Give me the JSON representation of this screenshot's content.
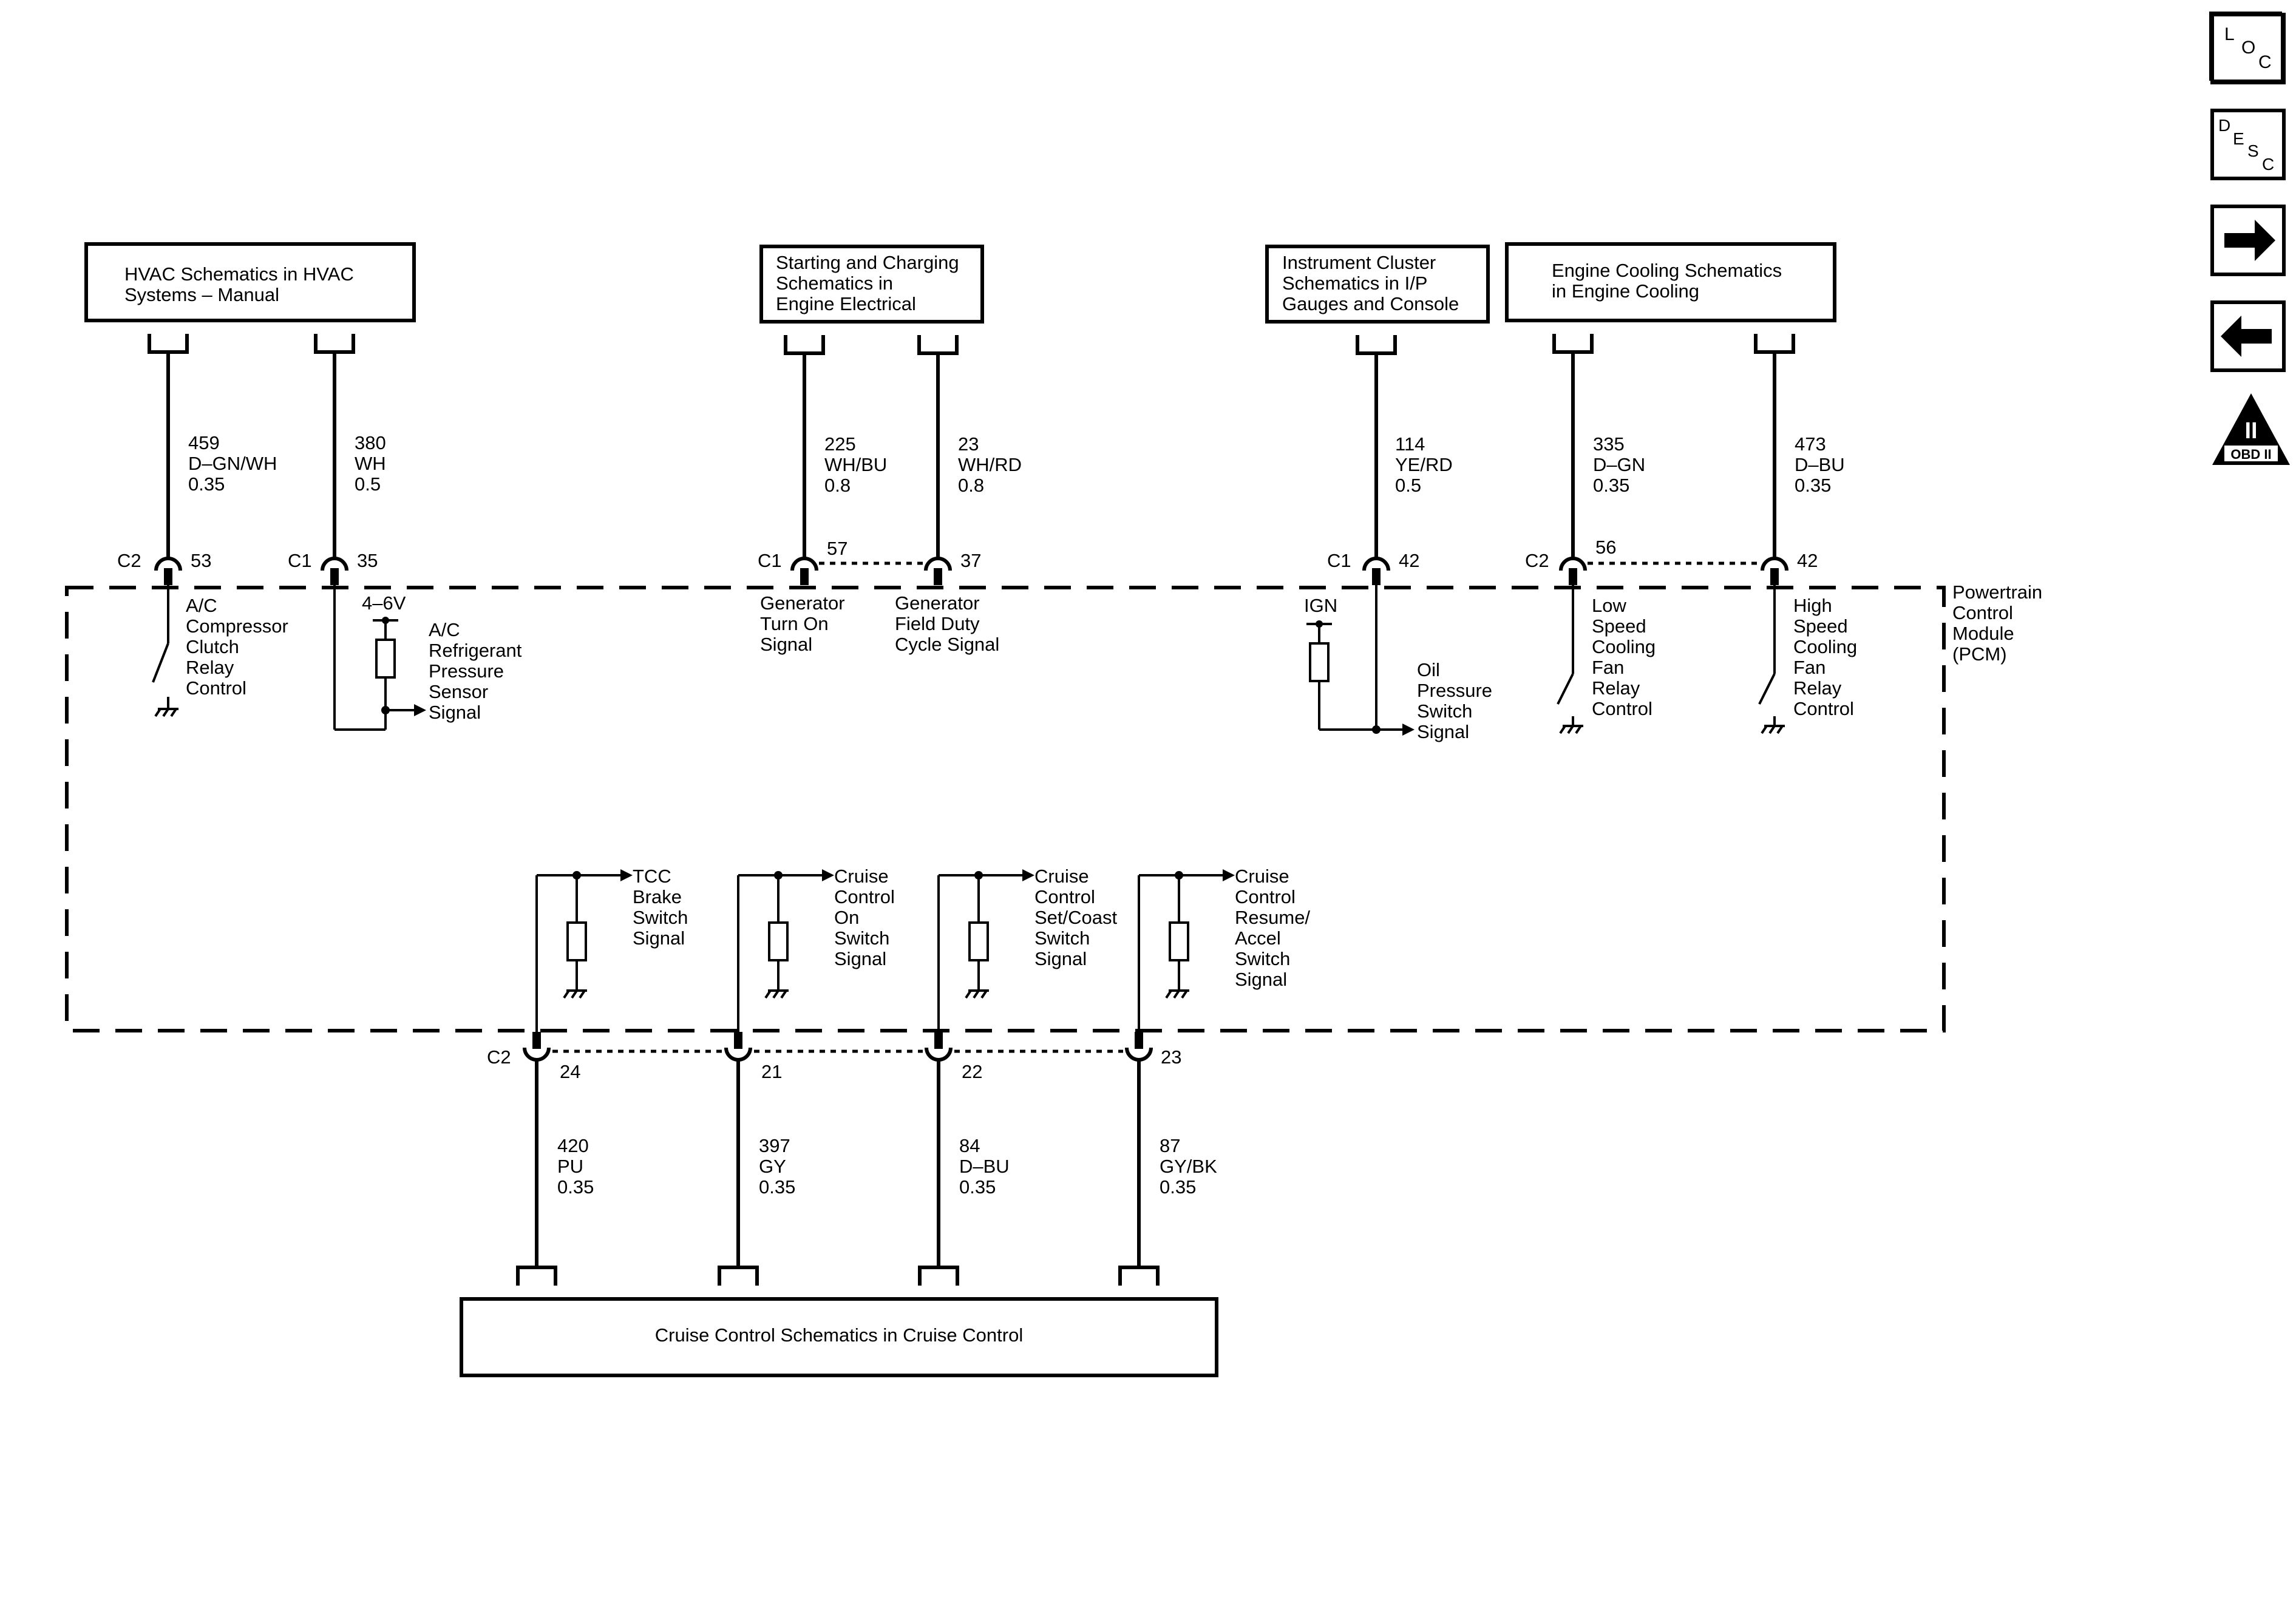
{
  "boxes": {
    "hvac": [
      "HVAC Schematics in HVAC",
      "Systems – Manual"
    ],
    "starting": [
      "Starting and Charging",
      "Schematics in",
      "Engine Electrical"
    ],
    "instrument": [
      "Instrument Cluster",
      "Schematics in I/P",
      "Gauges and Console"
    ],
    "cooling": [
      "Engine Cooling Schematics",
      "in Engine Cooling"
    ],
    "cruise": "Cruise Control Schematics in Cruise Control"
  },
  "module": [
    "Powertrain",
    "Control",
    "Module",
    "(PCM)"
  ],
  "wires": {
    "w459": [
      "459",
      "D–GN/WH",
      "0.35"
    ],
    "w380": [
      "380",
      "WH",
      "0.5"
    ],
    "w225": [
      "225",
      "WH/BU",
      "0.8"
    ],
    "w23": [
      "23",
      "WH/RD",
      "0.8"
    ],
    "w114": [
      "114",
      "YE/RD",
      "0.5"
    ],
    "w335": [
      "335",
      "D–GN",
      "0.35"
    ],
    "w473": [
      "473",
      "D–BU",
      "0.35"
    ],
    "w420": [
      "420",
      "PU",
      "0.35"
    ],
    "w397": [
      "397",
      "GY",
      "0.35"
    ],
    "w84": [
      "84",
      "D–BU",
      "0.35"
    ],
    "w87": [
      "87",
      "GY/BK",
      "0.35"
    ]
  },
  "connectors": {
    "c2_53": {
      "name": "C2",
      "pin": "53"
    },
    "c1_35": {
      "name": "C1",
      "pin": "35"
    },
    "c1_57": {
      "name": "C1",
      "pin": "57"
    },
    "p37": {
      "pin": "37"
    },
    "c1_42": {
      "name": "C1",
      "pin": "42"
    },
    "c2_56": {
      "name": "C2",
      "pin": "56"
    },
    "p42b": {
      "pin": "42"
    },
    "c2_24": {
      "name": "C2",
      "pin": "24"
    },
    "p21": {
      "pin": "21"
    },
    "p22": {
      "pin": "22"
    },
    "p23": {
      "pin": "23"
    }
  },
  "signals": {
    "ac_clutch": [
      "A/C",
      "Compressor",
      "Clutch",
      "Relay",
      "Control"
    ],
    "ac_voltage": "4–6V",
    "ac_refrig": [
      "A/C",
      "Refrigerant",
      "Pressure",
      "Sensor",
      "Signal"
    ],
    "gen_turn_on": [
      "Generator",
      "Turn On",
      "Signal"
    ],
    "gen_field": [
      "Generator",
      "Field Duty",
      "Cycle Signal"
    ],
    "ign": "IGN",
    "oil": [
      "Oil",
      "Pressure",
      "Switch",
      "Signal"
    ],
    "low_fan": [
      "Low",
      "Speed",
      "Cooling",
      "Fan",
      "Relay",
      "Control"
    ],
    "high_fan": [
      "High",
      "Speed",
      "Cooling",
      "Fan",
      "Relay",
      "Control"
    ],
    "tcc": [
      "TCC",
      "Brake",
      "Switch",
      "Signal"
    ],
    "cruise_on": [
      "Cruise",
      "Control",
      "On",
      "Switch",
      "Signal"
    ],
    "cruise_set": [
      "Cruise",
      "Control",
      "Set/Coast",
      "Switch",
      "Signal"
    ],
    "cruise_resume": [
      "Cruise",
      "Control",
      "Resume/",
      "Accel",
      "Switch",
      "Signal"
    ]
  },
  "nav": {
    "loc": [
      "L",
      "O",
      "C"
    ],
    "desc": [
      "D",
      "E",
      "S",
      "C"
    ],
    "obd": {
      "numeral": "II",
      "label": "OBD II"
    }
  }
}
